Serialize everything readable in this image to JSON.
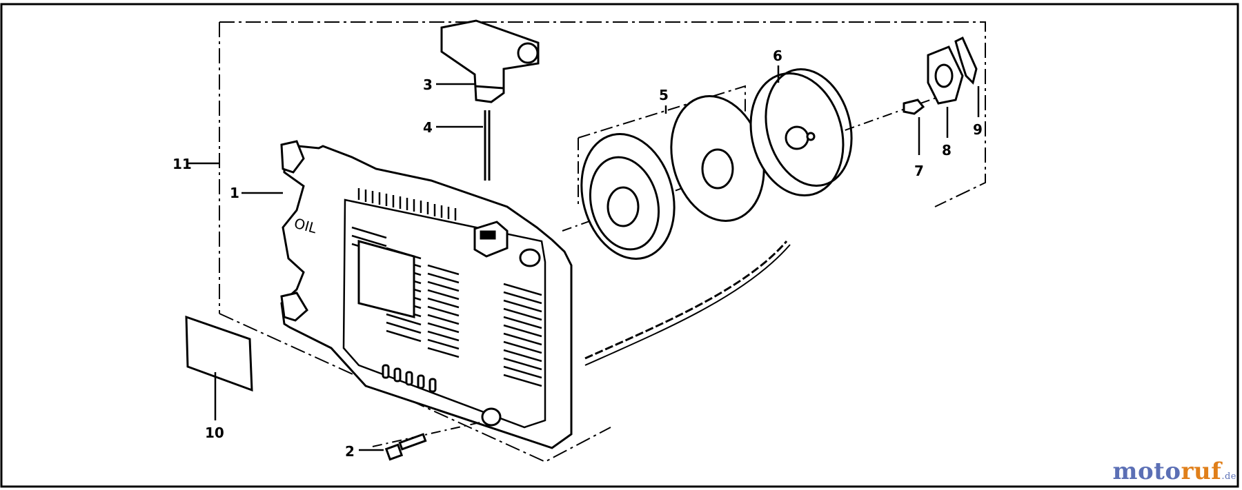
{
  "callouts": {
    "c1": "1",
    "c2": "2",
    "c3": "3",
    "c4": "4",
    "c5": "5",
    "c6": "6",
    "c7": "7",
    "c8": "8",
    "c9": "9",
    "c10": "10",
    "c11": "11"
  },
  "cover_mark": "OIL",
  "watermark": {
    "part1": "moto",
    "part2": "ruf",
    "suffix": ".de"
  }
}
